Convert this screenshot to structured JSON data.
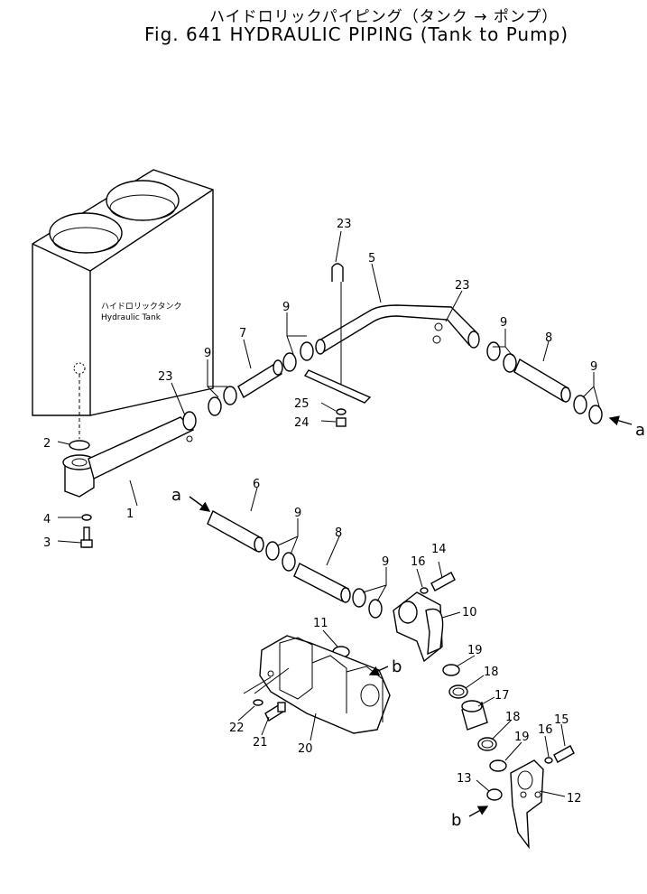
{
  "title": {
    "japanese": "ハイドロリックパイピング（タンク → ポンプ）",
    "english": "Fig. 641  HYDRAULIC PIPING (Tank to Pump)"
  },
  "tank": {
    "label_jp": "ハイドロリックタンク",
    "label_en": "Hydraulic  Tank"
  },
  "callouts": {
    "p1": "1",
    "p2": "2",
    "p3": "3",
    "p4": "4",
    "p5": "5",
    "p6": "6",
    "p7": "7",
    "p8a": "8",
    "p8b": "8",
    "p9a": "9",
    "p9b": "9",
    "p9c": "9",
    "p9d": "9",
    "p9e": "9",
    "p9f": "9",
    "p10": "10",
    "p11": "11",
    "p12": "12",
    "p13": "13",
    "p14": "14",
    "p15": "15",
    "p16a": "16",
    "p16b": "16",
    "p17": "17",
    "p18a": "18",
    "p18b": "18",
    "p19a": "19",
    "p19b": "19",
    "p20": "20",
    "p21": "21",
    "p22": "22",
    "p23a": "23",
    "p23b": "23",
    "p23c": "23",
    "p24": "24",
    "p25": "25"
  },
  "connectors": {
    "a1": "a",
    "a2": "a",
    "b1": "b",
    "b2": "b"
  }
}
